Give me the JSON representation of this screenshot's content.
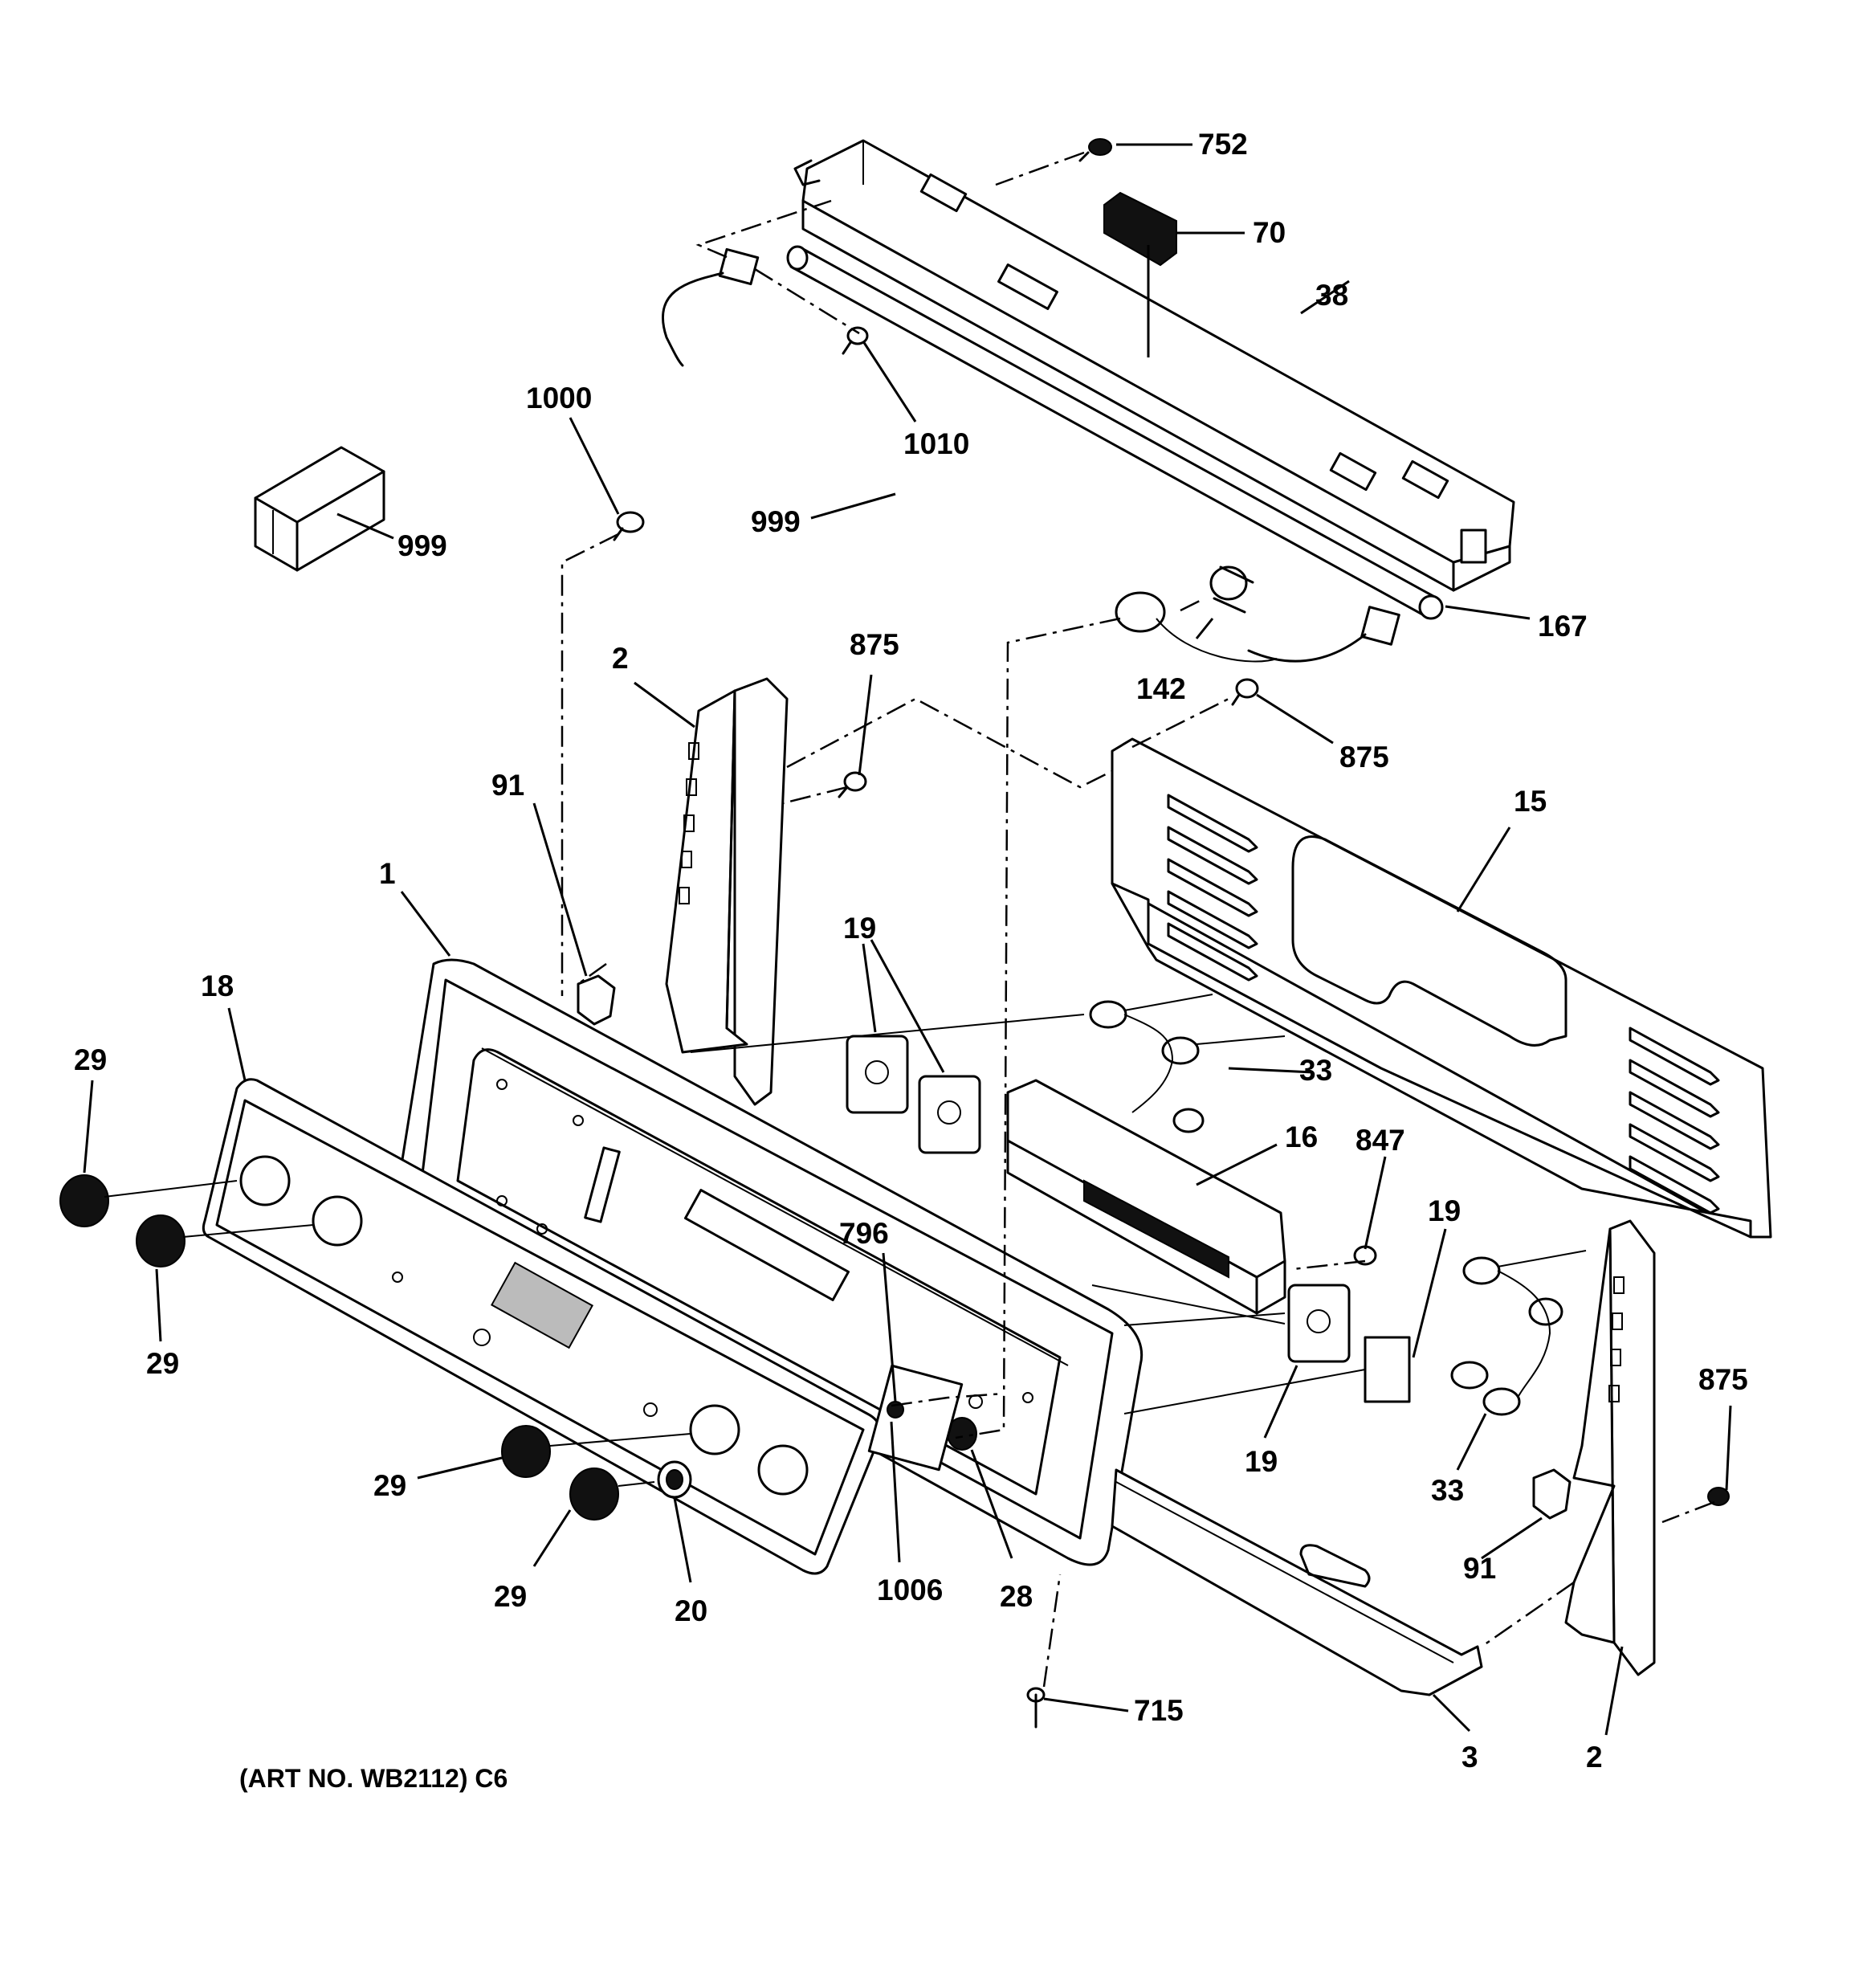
{
  "caption": "(ART NO. WB2112) C6",
  "callouts": {
    "c752": "752",
    "c70": "70",
    "c38": "38",
    "c1000": "1000",
    "c1010": "1010",
    "c999_box": "999",
    "c999_wire": "999",
    "c167": "167",
    "c142": "142",
    "c2_left": "2",
    "c875_a": "875",
    "c875_b": "875",
    "c15": "15",
    "c91_left": "91",
    "c1": "1",
    "c19_a": "19",
    "c33_a": "33",
    "c18": "18",
    "c29_a": "29",
    "c29_b": "29",
    "c16": "16",
    "c847": "847",
    "c19_b": "19",
    "c796": "796",
    "c875_c": "875",
    "c19_c": "19",
    "c33_b": "33",
    "c29_c": "29",
    "c91_right": "91",
    "c29_d": "29",
    "c20": "20",
    "c1006": "1006",
    "c28": "28",
    "c715": "715",
    "c3": "3",
    "c2_right": "2"
  }
}
